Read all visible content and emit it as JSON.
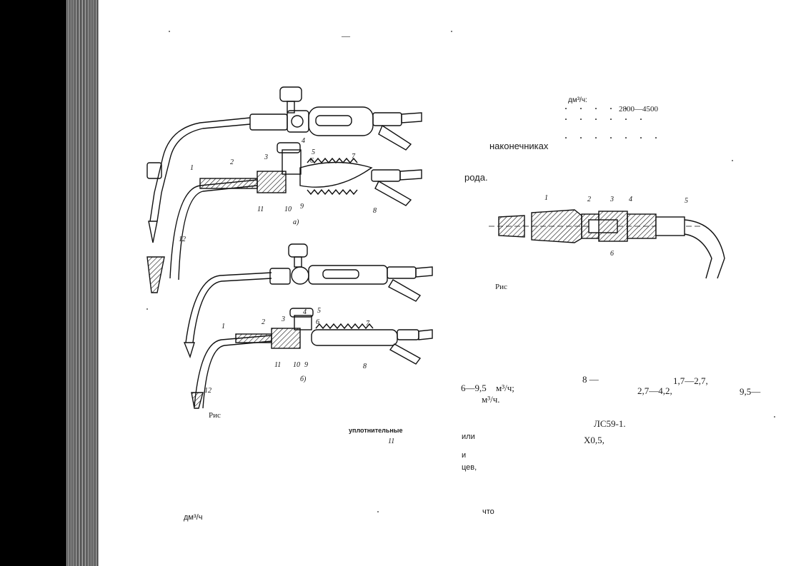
{
  "fig1": {
    "label_a": "а)",
    "label_b": "б)",
    "caption": "Рис",
    "numbers_a": [
      "1",
      "2",
      "3",
      "4",
      "5",
      "6",
      "7",
      "8",
      "9",
      "10",
      "11",
      "12"
    ],
    "numbers_b": [
      "1",
      "2",
      "3",
      "4",
      "5",
      "6",
      "7",
      "8",
      "9",
      "10",
      "11",
      "12"
    ]
  },
  "fig2": {
    "caption": "Рис",
    "numbers": [
      "1",
      "2",
      "3",
      "4",
      "5",
      "6"
    ]
  },
  "left_text": {
    "seals": "уплотнительные",
    "eleven": "11",
    "units": "дм³/ч"
  },
  "right_text": {
    "units_header": "дм³/ч:",
    "range": "2800—4500",
    "nozzles": "наконечниках",
    "roda": "рода.",
    "eight": "8 —",
    "val1": "1,7—2,7,",
    "val2": "2,7—4,2,",
    "val3": "9,5—",
    "val4": "6—9,5",
    "unit1": "м³/ч;",
    "unit2": "м³/ч.",
    "alloy": "ЛС59-1.",
    "ili": "или",
    "x05": "Х0,5,",
    "i": "и",
    "tsev": "цев,",
    "chto": "что"
  }
}
